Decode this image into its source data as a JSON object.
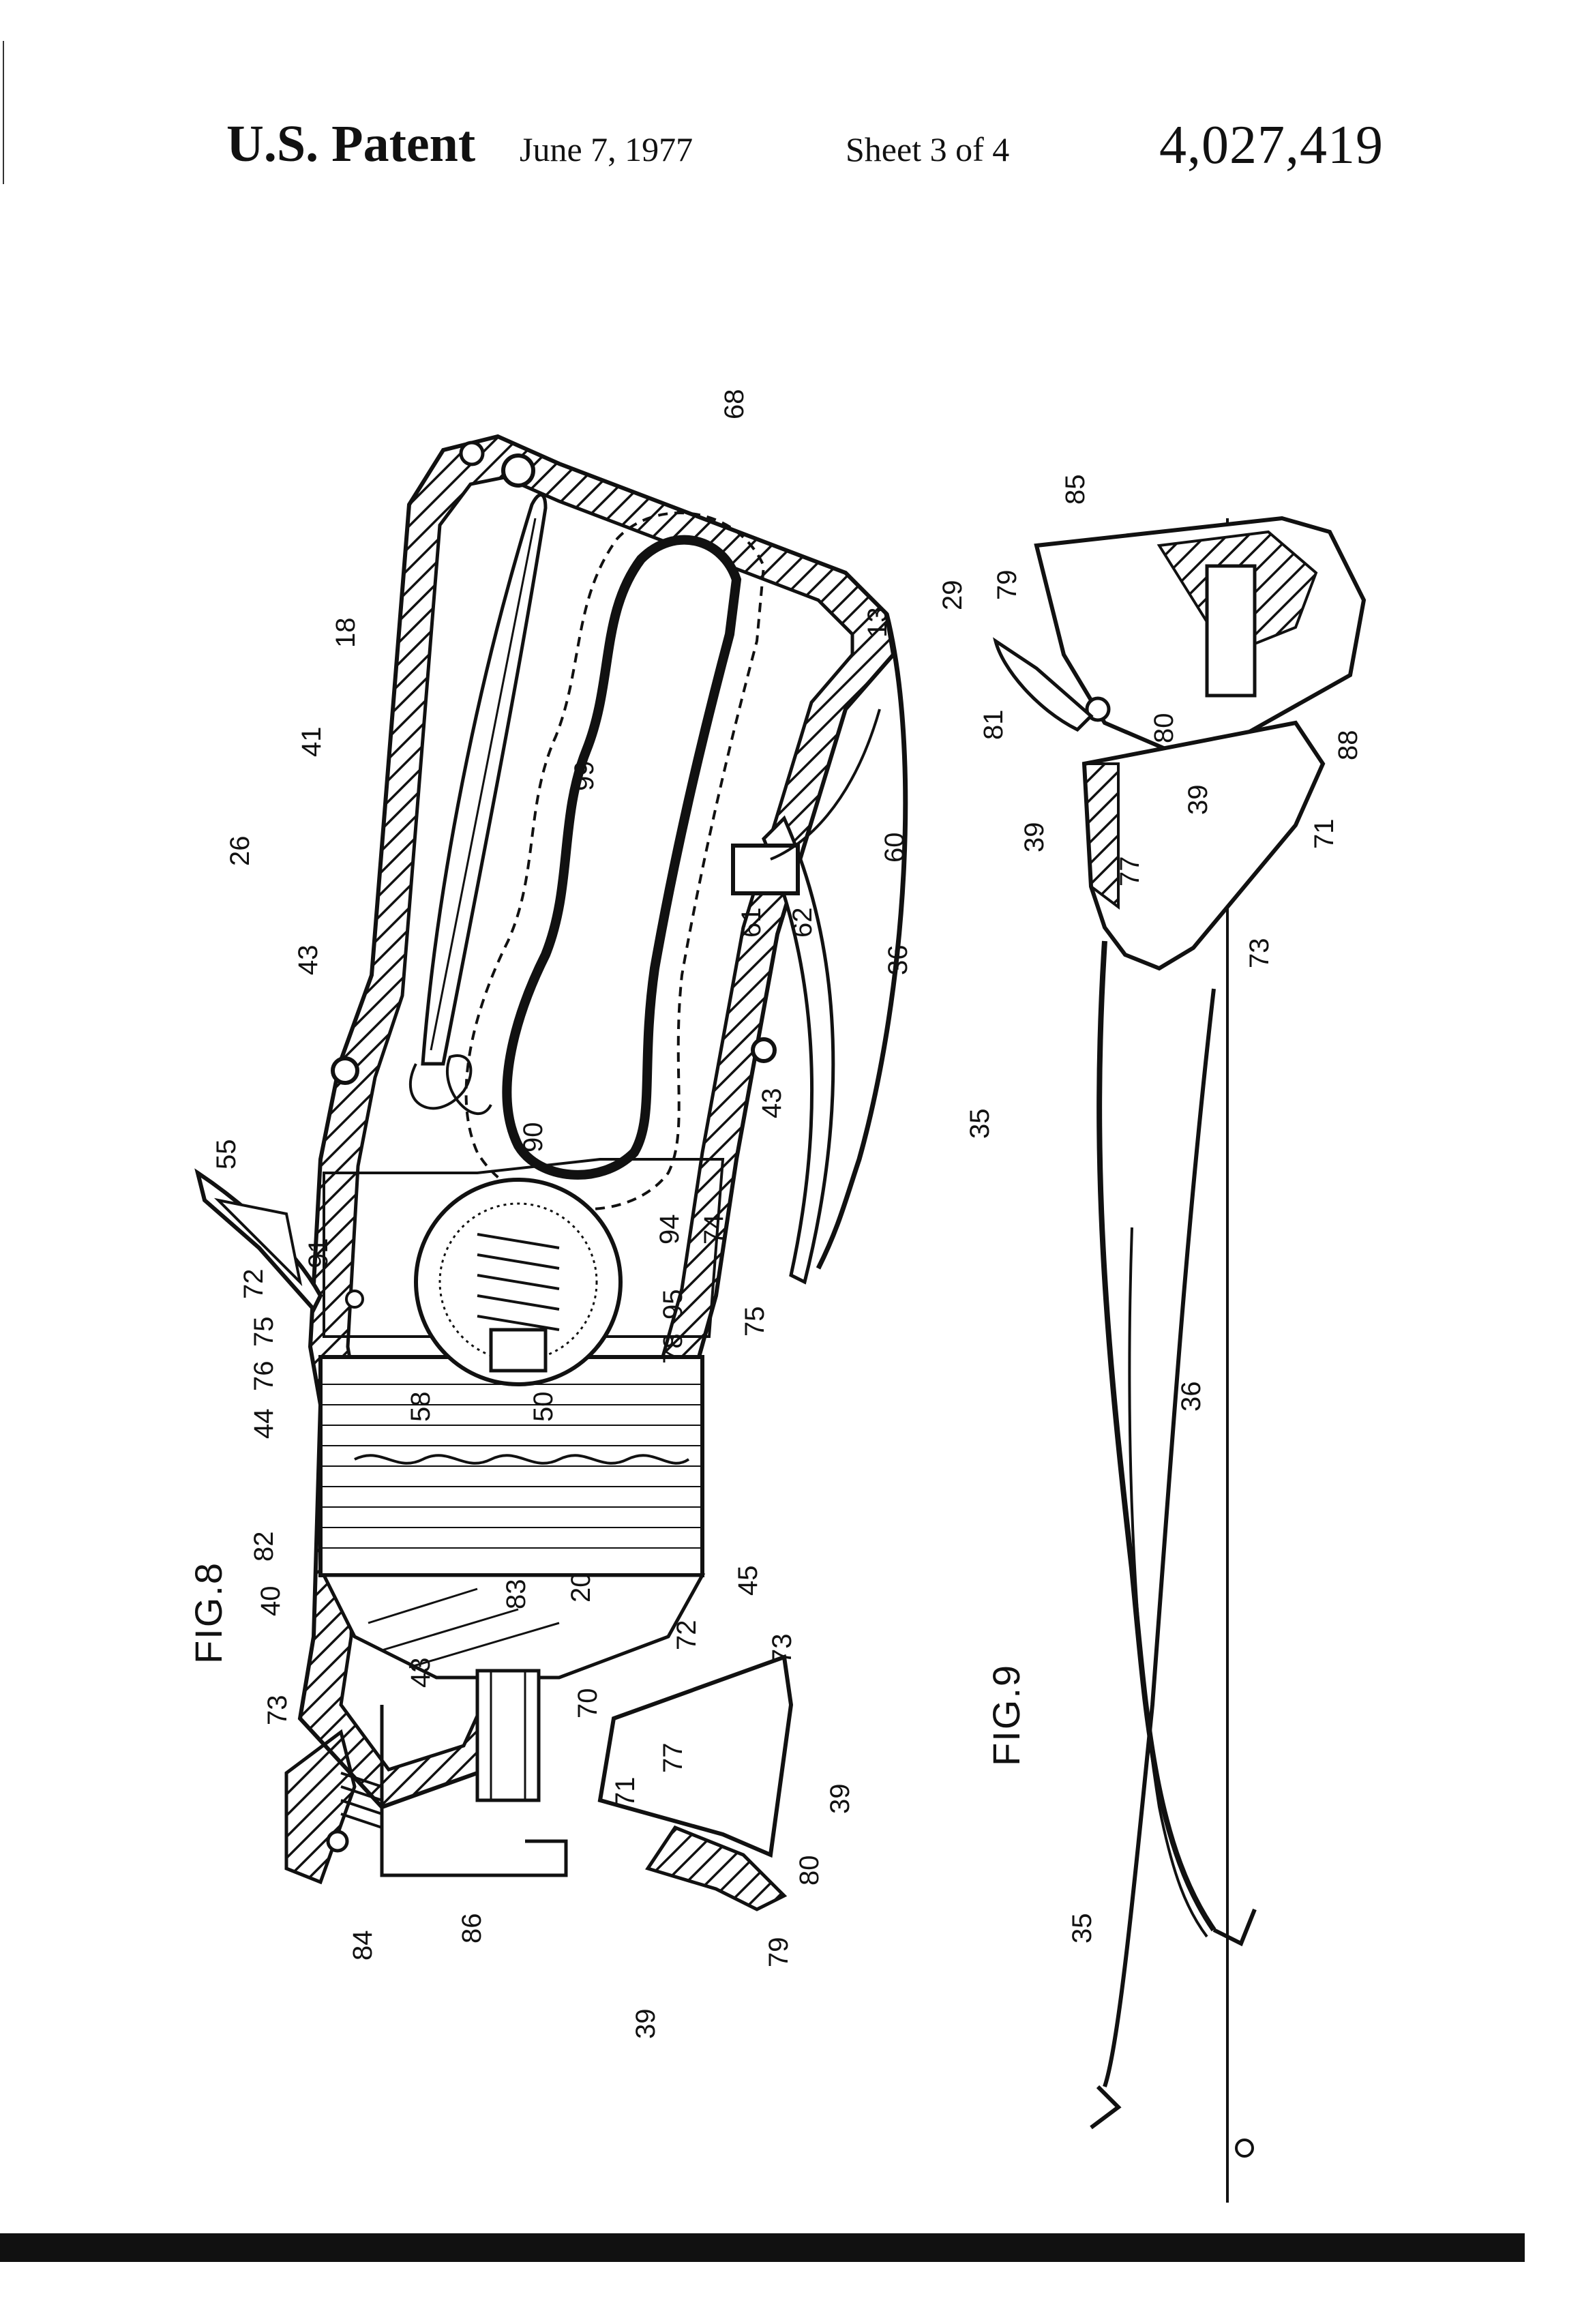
{
  "header": {
    "title": "U.S. Patent",
    "date": "June 7, 1977",
    "sheet": "Sheet 3 of 4",
    "patent_number": "4,027,419"
  },
  "figures": {
    "fig8_label": "FIG.8",
    "fig9_label": "FIG.9"
  },
  "fig8_refs": [
    "68",
    "18",
    "41",
    "26",
    "99",
    "13",
    "43",
    "55",
    "60",
    "61",
    "62",
    "36",
    "43",
    "35",
    "90",
    "94",
    "74",
    "91",
    "72",
    "75",
    "76",
    "44",
    "95",
    "78",
    "75",
    "58",
    "50",
    "82",
    "40",
    "83",
    "20",
    "45",
    "73",
    "43",
    "72",
    "73",
    "70",
    "77",
    "71",
    "84",
    "86",
    "39",
    "80",
    "79",
    "39"
  ],
  "fig9_refs": [
    "85",
    "29",
    "79",
    "81",
    "80",
    "88",
    "39",
    "39",
    "71",
    "77",
    "73",
    "36",
    "35"
  ],
  "colors": {
    "ink": "#111111",
    "paper": "#ffffff"
  }
}
